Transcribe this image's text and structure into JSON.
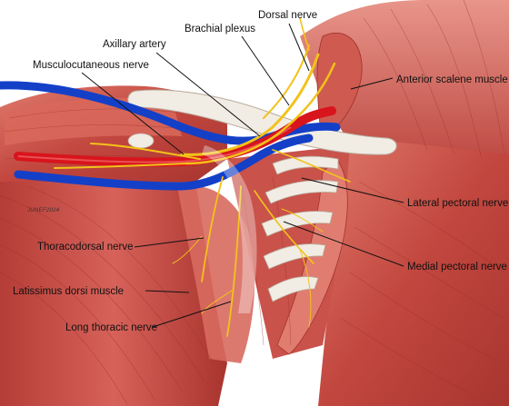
{
  "figure": {
    "signature": "JUNEF2024",
    "labels": {
      "dorsal_nerve": "Dorsal nerve",
      "brachial_plexus": "Brachial plexus",
      "axillary_artery": "Axillary artery",
      "musculocutaneous_nerve": "Musculocutaneous nerve",
      "anterior_scalene_muscle": "Anterior scalene muscle",
      "lateral_pectoral_nerve": "Lateral pectoral nerve",
      "thoracodorsal_nerve": "Thoracodorsal nerve",
      "medial_pectoral_nerve": "Medial pectoral nerve",
      "latissimus_dorsi_muscle": "Latissimus dorsi muscle",
      "long_thoracic_nerve": "Long thoracic nerve"
    },
    "colors": {
      "muscle": "#c2473f",
      "muscle_light": "#e58a7c",
      "muscle_pale": "#f0b8a8",
      "artery": "#d8141c",
      "vein": "#1440c8",
      "nerve": "#f2c21a",
      "bone": "#f1ece4"
    }
  }
}
